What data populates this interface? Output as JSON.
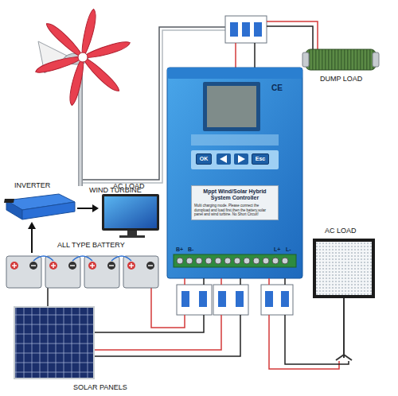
{
  "diagram": {
    "nodes": [
      {
        "text": [
          "CE"
        ]
      },
      {
        "text": [
          "OK"
        ],
        "in": 0
      },
      {
        "text": [
          "Esc"
        ],
        "in": 0
      },
      {
        "text": [
          "Mppt Wind/Solar Hybrid System Controller",
          "Multi charging mode. Please connect the dumpload and load first,then the battery,solar panel and wind turbine. No Short Circuit!"
        ],
        "in": 0
      }
    ],
    "labels": [
      "WIND TURBINE",
      "DUMP LOAD",
      "INVERTER",
      "AC LOAD",
      "AC LOAD",
      "ALL TYPE BATTERY",
      "B+",
      "B-",
      "L+",
      "L-",
      "SOLAR PANELS"
    ]
  }
}
